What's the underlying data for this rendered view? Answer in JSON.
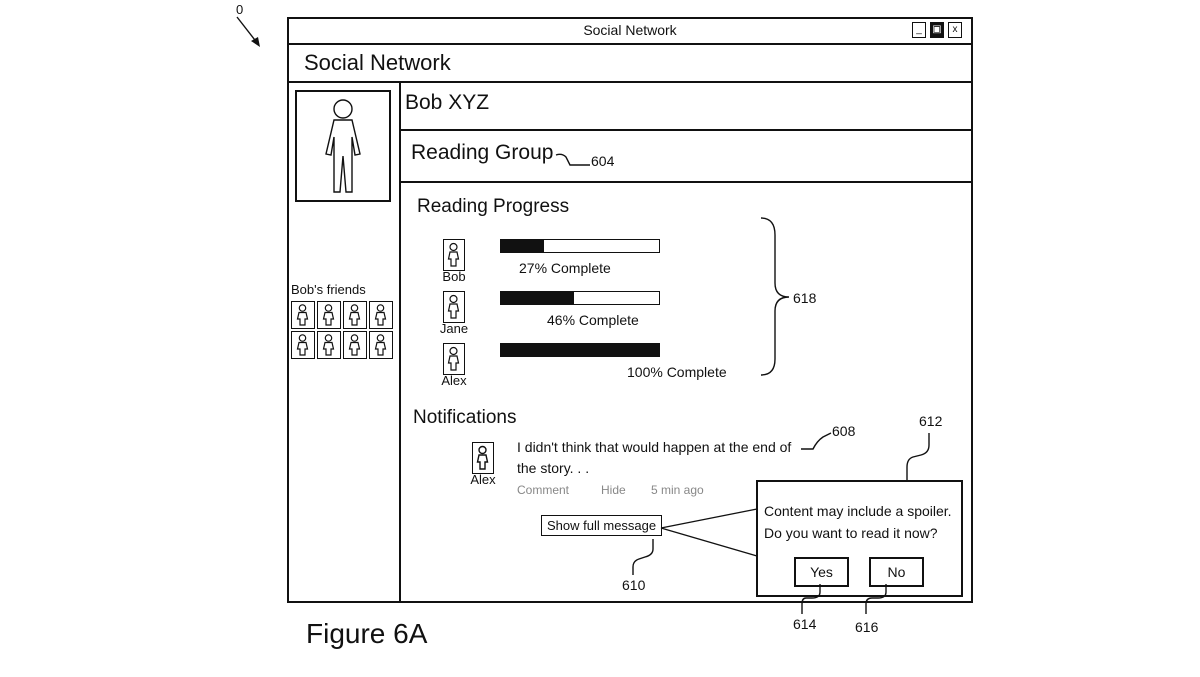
{
  "window": {
    "title": "Social Network",
    "controls": [
      "_",
      "▣",
      "x"
    ]
  },
  "app": {
    "header": "Social Network"
  },
  "profile": {
    "name": "Bob XYZ",
    "group": "Reading Group",
    "friends_label": "Bob's friends",
    "friends_count": 8
  },
  "reading_progress": {
    "title": "Reading Progress",
    "members": [
      {
        "name": "Bob",
        "progress": 27,
        "label": "27% Complete"
      },
      {
        "name": "Jane",
        "progress": 46,
        "label": "46% Complete"
      },
      {
        "name": "Alex",
        "progress": 100,
        "label": "100% Complete"
      }
    ]
  },
  "notifications": {
    "title": "Notifications",
    "items": [
      {
        "author": "Alex",
        "line1": "I didn't think that would happen at the end of",
        "line2": "the story. . .",
        "comment": "Comment",
        "hide": "Hide",
        "time": "5 min ago",
        "show_full": "Show full message"
      }
    ]
  },
  "spoiler_dialog": {
    "line1": "Content may include a spoiler.",
    "line2": "Do you want to read it now?",
    "yes": "Yes",
    "no": "No"
  },
  "annotations": {
    "corner": "0",
    "group": "604",
    "progress_brace": "618",
    "notification": "608",
    "dialog": "612",
    "show_full": "610",
    "yes": "614",
    "no": "616"
  },
  "figure_caption": "Figure 6A"
}
